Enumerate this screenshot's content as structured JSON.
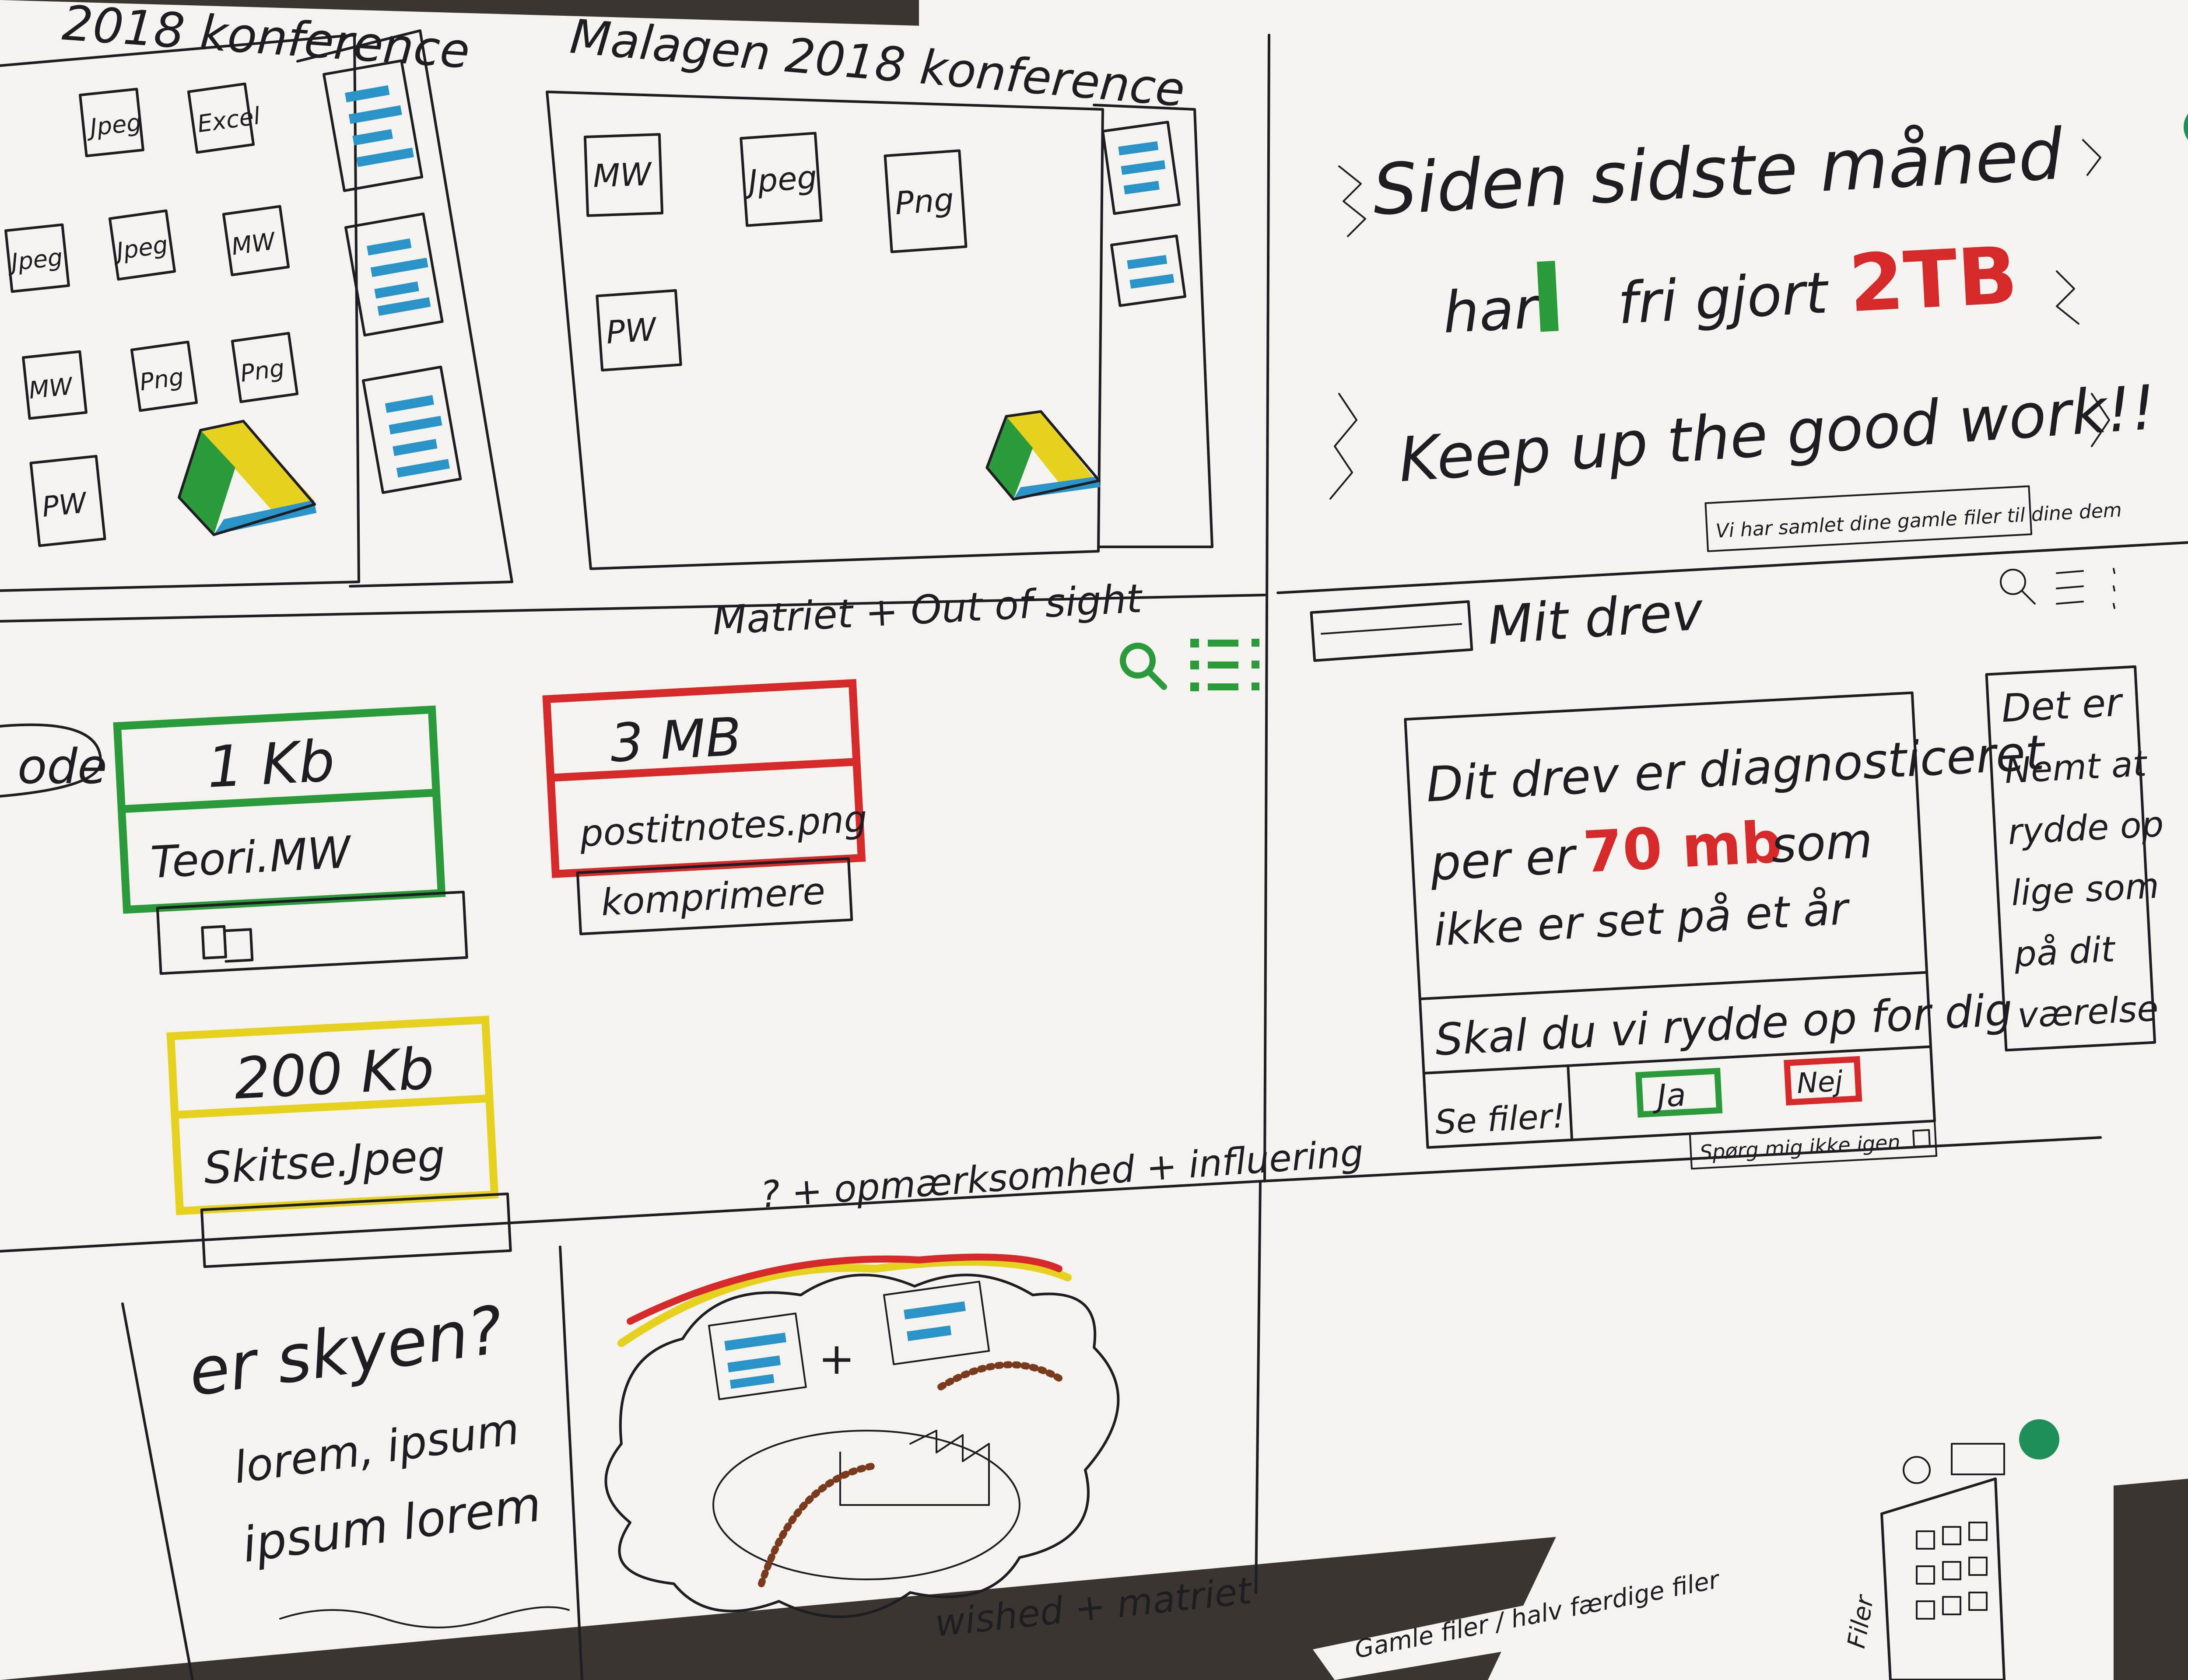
{
  "colors": {
    "paper": "#f4f3ef",
    "ink": "#1d1d22",
    "green": "#2a9a3a",
    "red": "#d62a2a",
    "yellow": "#e6d21e",
    "blue": "#2a93c8",
    "brown": "#7a3a1e",
    "pin": "#1f8f5a",
    "board": "#3a3530"
  },
  "panels": {
    "p1": {
      "title": "2018 konference",
      "files": [
        "Jpeg",
        "Excel",
        "Jpeg",
        "Jpeg",
        "MW",
        "MW",
        "Png",
        "Png",
        "PW"
      ]
    },
    "p2": {
      "title": "Malagen 2018 konference",
      "files": [
        "MW",
        "Jpeg",
        "Png",
        "PW"
      ],
      "caption": "Matriet + Out of sight"
    },
    "p3": {
      "line1": "Siden sidste måned",
      "line2_a": "har",
      "line2_b": "I",
      "line2_c": "fri gjort",
      "line2_d": "2TB",
      "line3": "Keep up the good work!!",
      "note": "Vi har samlet dine gamle filer til dine dem"
    },
    "p4": {
      "left_tag": "ode",
      "card_green": {
        "size": "1 Kb",
        "name": "Teori.MW"
      },
      "card_red": {
        "size": "3 MB",
        "name": "postitnotes.png",
        "action": "komprimere"
      },
      "card_yellow": {
        "size": "200 Kb",
        "name": "Skitse.Jpeg"
      },
      "caption": "? + opmærksomhed + influering"
    },
    "p5": {
      "header": "Mit drev",
      "dialog": {
        "l1": "Dit drev er diagnosticeret",
        "l2a": "per er",
        "l2b": "70 mb",
        "l2c": "som",
        "l3": "ikke er set på et år",
        "prompt": "Skal du vi rydde op for dig",
        "see_files": "Se filer!",
        "yes": "Ja",
        "no": "Nej",
        "dont_ask": "Spørg mig ikke igen"
      },
      "side_note": [
        "Det er",
        "Nemt at",
        "rydde op",
        "lige som",
        "på dit",
        "værelse"
      ]
    },
    "p6": {
      "question": "er skyen?",
      "lorem1": "lorem, ipsum",
      "lorem2": "ipsum lorem"
    },
    "p7": {
      "caption": "wished + matriet"
    },
    "strip": {
      "text": "Gamle filer / halv færdige filer",
      "side_label": "Filer"
    }
  }
}
